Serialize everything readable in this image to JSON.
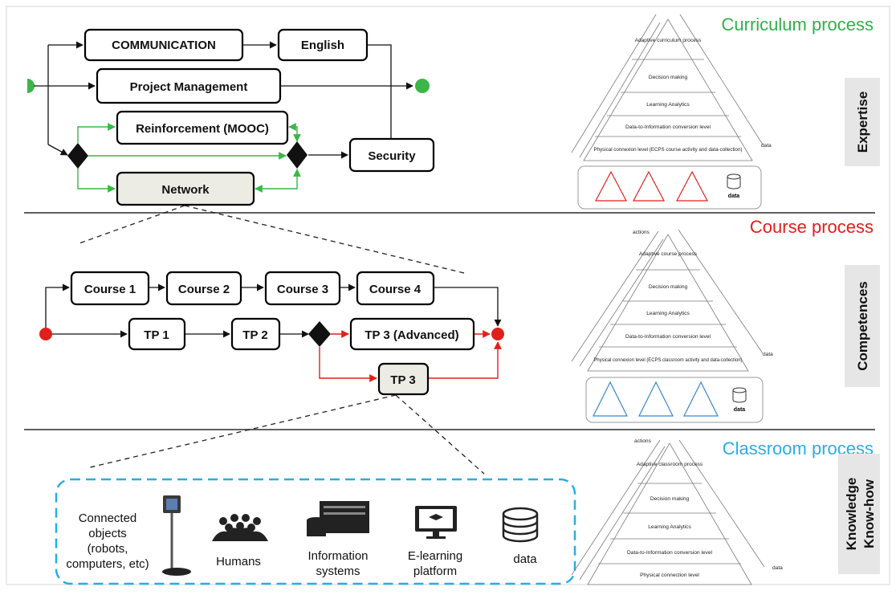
{
  "sections": {
    "curriculum": {
      "title": "Curriculum process",
      "title_color": "#2fb24a",
      "side_label": "Expertise",
      "boxes": {
        "communication": "COMMUNICATION",
        "english": "English",
        "project_management": "Project Management",
        "reinforcement": "Reinforcement (MOOC)",
        "network": "Network",
        "security": "Security"
      },
      "pyramid": {
        "levels": [
          "Adaptive curriculum process",
          "Decision making",
          "Learning Analytics",
          "Data-to-Information conversion level",
          "Physical connexion level (ECPS course activity and data-collection)"
        ],
        "data_label": "data",
        "store_label": "data"
      }
    },
    "course": {
      "title": "Course process",
      "title_color": "#e0201b",
      "side_label": "Competences",
      "boxes": {
        "course1": "Course 1",
        "course2": "Course 2",
        "course3": "Course 3",
        "course4": "Course 4",
        "tp1": "TP 1",
        "tp2": "TP 2",
        "tp3_advanced": "TP 3 (Advanced)",
        "tp3": "TP 3"
      },
      "pyramid": {
        "levels": [
          "Adaptive course process",
          "Decision making",
          "Learning Analytics",
          "Data-to-Information conversion level",
          "Physical connexion level (ECPS classroom activity and data-collection)"
        ],
        "actions_label": "actions",
        "data_label": "data",
        "store_label": "data"
      }
    },
    "classroom": {
      "title": "Classroom process",
      "title_color": "#29aee3",
      "side_label_line1": "Knowledge",
      "side_label_line2": "Know-how",
      "resources": {
        "connected_objects": [
          "Connected",
          "objects",
          "(robots,",
          "computers, etc)"
        ],
        "humans": "Humans",
        "information_systems": [
          "Information",
          "systems"
        ],
        "elearning": [
          "E-learning",
          "platform"
        ],
        "data": "data"
      },
      "pyramid": {
        "levels": [
          "Adaptive classroom process",
          "Decision making",
          "Learning Analytics",
          "Data-to-Information conversion level",
          "Physical connection level"
        ],
        "actions_label": "actions",
        "data_label": "data"
      }
    }
  }
}
